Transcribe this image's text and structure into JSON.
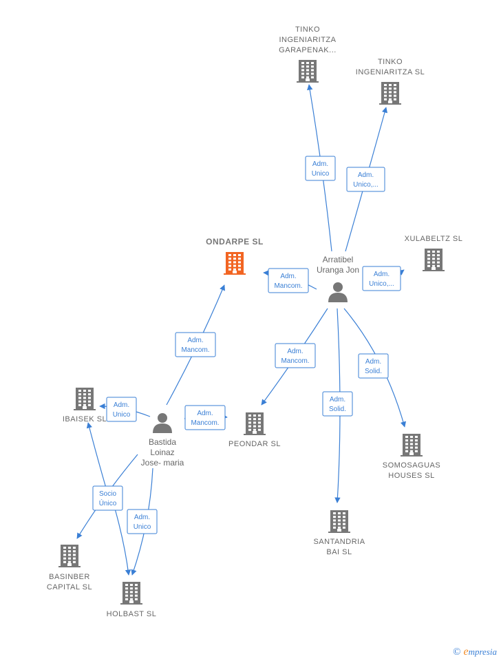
{
  "colors": {
    "edge": "#3a7fd5",
    "building": "#777777",
    "main_building": "#f26522",
    "person": "#777777"
  },
  "companies": [
    {
      "id": "tinko_garapenak",
      "lines": [
        "TINKO",
        "INGENIARITZA",
        "GARAPENAK..."
      ],
      "main": false
    },
    {
      "id": "tinko_sl",
      "lines": [
        "TINKO",
        "INGENIARITZA SL"
      ],
      "main": false
    },
    {
      "id": "ondarpe",
      "lines": [
        "ONDARPE  SL"
      ],
      "main": true
    },
    {
      "id": "xulabeltz",
      "lines": [
        "XULABELTZ  SL"
      ],
      "main": false
    },
    {
      "id": "ibaisek",
      "lines": [
        "IBAISEK  SL"
      ],
      "main": false
    },
    {
      "id": "peondar",
      "lines": [
        "PEONDAR  SL"
      ],
      "main": false
    },
    {
      "id": "somosaguas",
      "lines": [
        "SOMOSAGUAS",
        "HOUSES  SL"
      ],
      "main": false
    },
    {
      "id": "santandria",
      "lines": [
        "SANTANDRIA",
        "BAI  SL"
      ],
      "main": false
    },
    {
      "id": "basinber",
      "lines": [
        "BASINBER",
        "CAPITAL  SL"
      ],
      "main": false
    },
    {
      "id": "holbast",
      "lines": [
        "HOLBAST  SL"
      ],
      "main": false
    }
  ],
  "persons": [
    {
      "id": "arratibel",
      "lines": [
        "Arratibel",
        "Uranga Jon"
      ]
    },
    {
      "id": "bastida",
      "lines": [
        "Bastida",
        "Loinaz",
        "Jose- maria"
      ]
    }
  ],
  "edges": [
    {
      "id": "e1",
      "lines": [
        "Adm.",
        "Unico"
      ]
    },
    {
      "id": "e2",
      "lines": [
        "Adm.",
        "Unico,..."
      ]
    },
    {
      "id": "e3",
      "lines": [
        "Adm.",
        "Mancom."
      ]
    },
    {
      "id": "e4",
      "lines": [
        "Adm.",
        "Unico,..."
      ]
    },
    {
      "id": "e5",
      "lines": [
        "Adm.",
        "Mancom."
      ]
    },
    {
      "id": "e6",
      "lines": [
        "Adm.",
        "Solid."
      ]
    },
    {
      "id": "e7",
      "lines": [
        "Adm.",
        "Solid."
      ]
    },
    {
      "id": "e8",
      "lines": [
        "Adm.",
        "Mancom."
      ]
    },
    {
      "id": "e9",
      "lines": [
        "Adm.",
        "Mancom."
      ]
    },
    {
      "id": "e10",
      "lines": [
        "Adm.",
        "Unico"
      ]
    },
    {
      "id": "e11",
      "lines": [
        "Socio",
        "Único"
      ]
    },
    {
      "id": "e12",
      "lines": [
        "Adm.",
        "Unico"
      ]
    }
  ],
  "footer": {
    "copyright": "©",
    "brand_initial": "e",
    "brand_rest": "mpresia"
  }
}
